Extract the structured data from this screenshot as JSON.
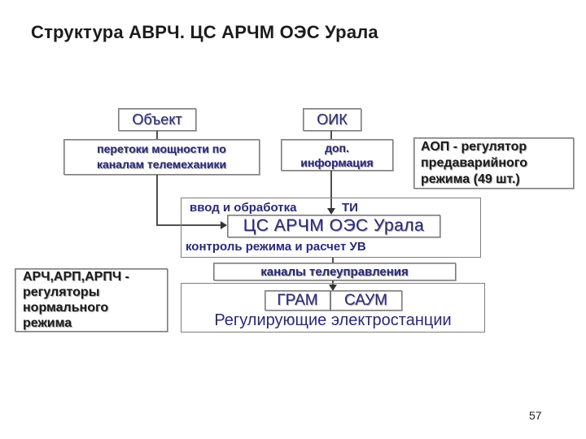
{
  "title": "Структура АВРЧ. ЦС АРЧМ ОЭС Урала",
  "page_number": "57",
  "colors": {
    "navy_text": "#28287a",
    "black_text": "#1b1b1b",
    "box_border": "#7e7e7e",
    "connector": "#4f4f4f",
    "background": "#ffffff"
  },
  "boxes": {
    "object": "Объект",
    "oik": "ОИК",
    "power_flows": "перетоки мощности по\nканалам телемеханики",
    "additional_info": "доп.\nинформация",
    "aop": "АОП - регулятор\nпредаварийного\nрежима (49 шт.)",
    "input_processing": "ввод и обработка",
    "ti": "ТИ",
    "cs_archm": "ЦС АРЧМ ОЭС Урала",
    "control_mode": "контроль режима и расчет УВ",
    "telecontrol_channels": "каналы телеуправления",
    "gram": "ГРАМ",
    "saum": "САУМ",
    "regulating_stations": "Регулирующие электростанции",
    "normal_regulators": "АРЧ,АРП,АРПЧ -\nрегуляторы\nнормального\nрежима"
  }
}
